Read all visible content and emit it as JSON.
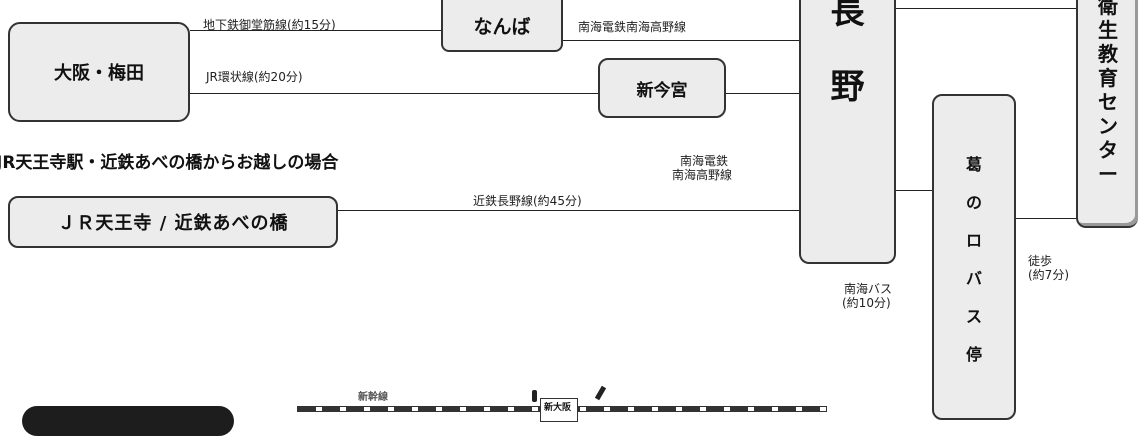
{
  "stations": {
    "osaka_umeda": "大阪・梅田",
    "namba": "なんば",
    "shin_imamiya": "新今宮",
    "nagano_top": "長",
    "nagano_bottom": "野",
    "jr_tennoji": "ＪＲ天王寺 / 近鉄あべの橋",
    "bus_stop_chars": [
      "葛",
      "の",
      "ロ",
      "バ",
      "ス",
      "停"
    ],
    "center_chars": [
      "衛",
      "生",
      "教",
      "育",
      "セ",
      "ン",
      "タ",
      "ー"
    ]
  },
  "lines": {
    "subway": "地下鉄御堂筋線(約15分)",
    "jr_loop": "JR環状線(約20分)",
    "nankai_koya_top": "南海電鉄南海高野線",
    "nankai_koya_mid_1": "南海電鉄",
    "nankai_koya_mid_2": "南海高野線",
    "kintetsu": "近鉄長野線(約45分)",
    "bus_1": "南海バス",
    "bus_2": "(約10分)",
    "walk_1": "徒歩",
    "walk_2": "(約7分)"
  },
  "section_heading": "JR天王寺駅・近鉄あべの橋からお越しの場合",
  "map_inset": {
    "line_label": "新幹線",
    "station_label": "新大阪"
  }
}
